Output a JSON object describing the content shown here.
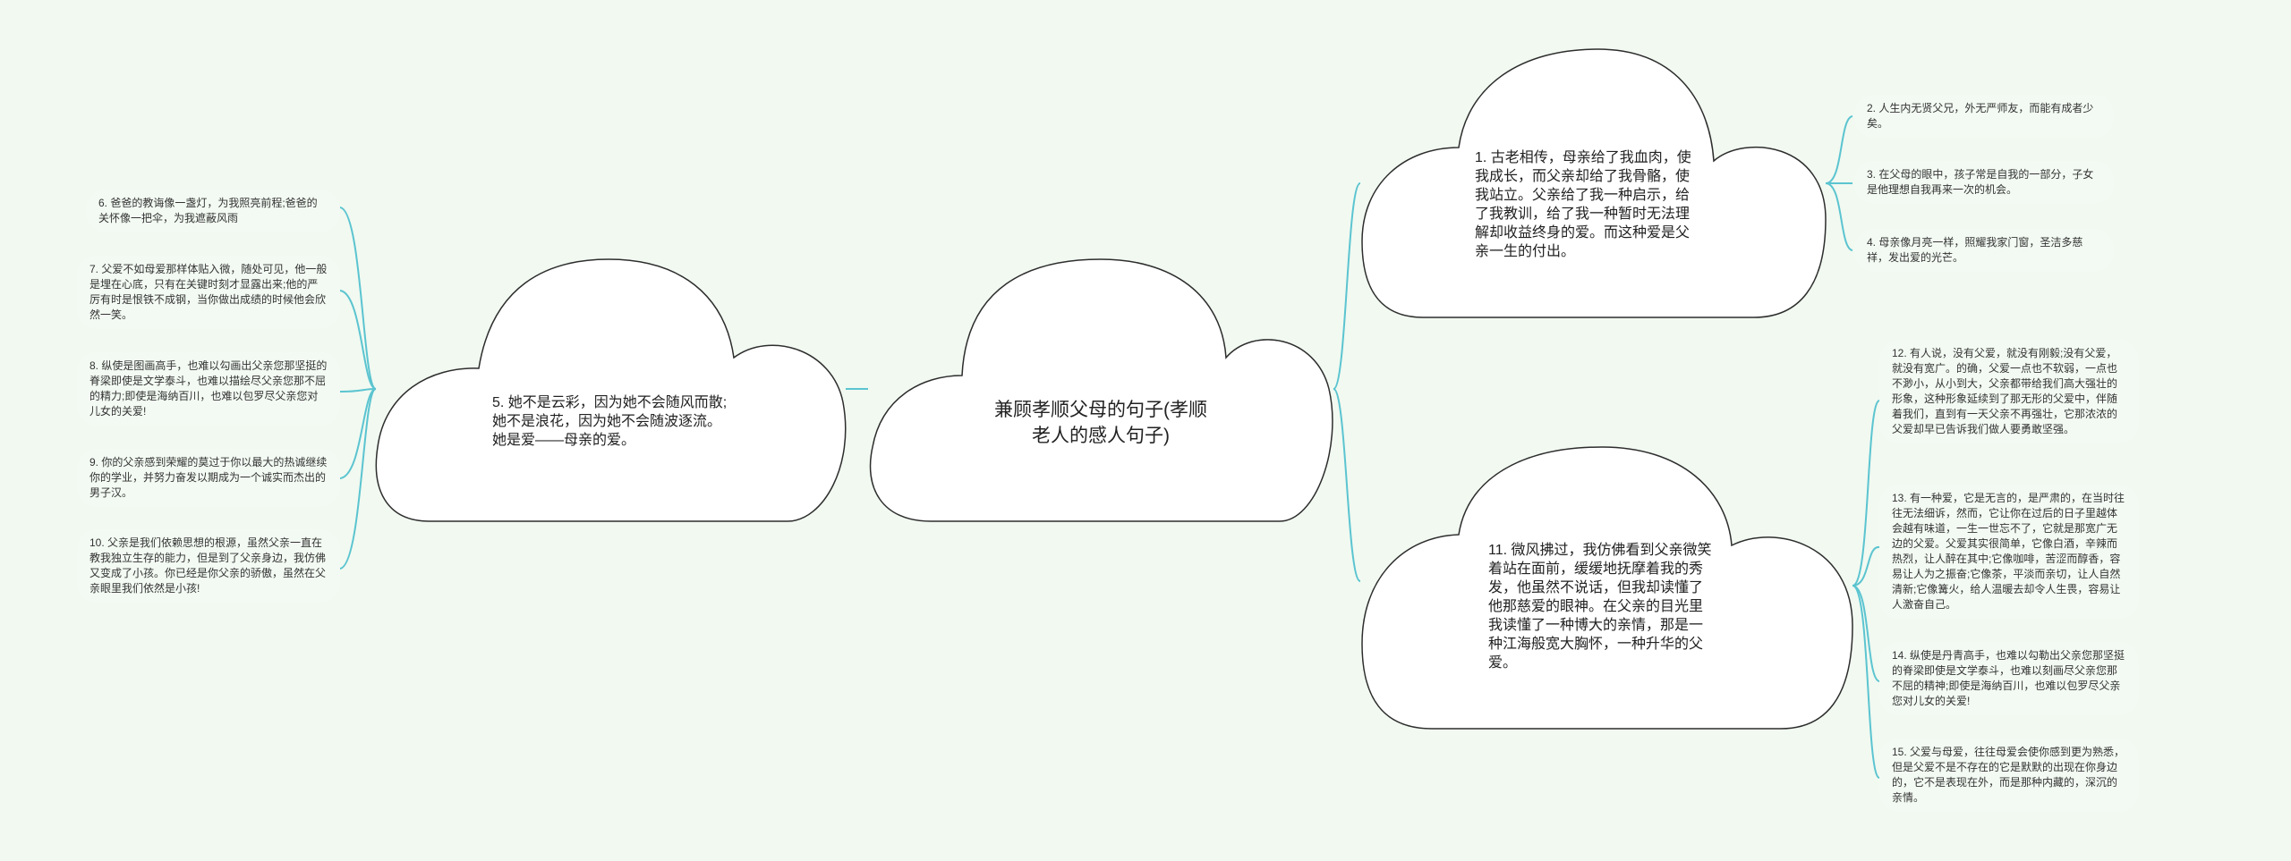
{
  "colors": {
    "background": "#f1f9f1",
    "connector": "#5bc4d0",
    "cloud_fill": "#ffffff",
    "cloud_stroke": "#2d2d2d",
    "leaf_fill": "#f3faf3"
  },
  "center": {
    "line1": "兼顾孝顺父母的句子(孝顺",
    "line2": "老人的感人句子)"
  },
  "left_node": {
    "text": "5. 她不是云彩，因为她不会随风而散;她不是浪花，因为她不会随波逐流。她是爱——母亲的爱。"
  },
  "right_top_node": {
    "text": "1. 古老相传，母亲给了我血肉，使我成长，而父亲却给了我骨骼，使我站立。父亲给了我一种启示，给了我教训，给了我一种暂时无法理解却收益终身的爱。而这种爱是父亲一生的付出。"
  },
  "right_bottom_node": {
    "text": "11. 微风拂过，我仿佛看到父亲微笑着站在面前，缓缓地抚摩着我的秀发，他虽然不说话，但我却读懂了他那慈爱的眼神。在父亲的目光里我读懂了一种博大的亲情，那是一种江海般宽大胸怀，一种升华的父爱。"
  },
  "left_leaves": [
    "6. 爸爸的教诲像一盏灯，为我照亮前程;爸爸的关怀像一把伞，为我遮蔽风雨",
    "7. 父爱不如母爱那样体贴入微，随处可见，他一般是埋在心底，只有在关键时刻才显露出来;他的严厉有时是恨铁不成钢，当你做出成绩的时候他会欣然一笑。",
    "8. 纵使是图画高手，也难以勾画出父亲您那坚挺的脊梁即使是文学泰斗，也难以描绘尽父亲您那不屈的精力;即使是海纳百川，也难以包罗尽父亲您对儿女的关爱!",
    "9. 你的父亲感到荣耀的莫过于你以最大的热诚继续你的学业，并努力奋发以期成为一个诚实而杰出的男子汉。",
    "10. 父亲是我们依赖思想的根源，虽然父亲一直在教我独立生存的能力，但是到了父亲身边，我仿佛又变成了小孩。你已经是你父亲的骄傲，虽然在父亲眼里我们依然是小孩!"
  ],
  "right_top_leaves": [
    "2. 人生内无贤父兄，外无严师友，而能有成者少矣。",
    "3. 在父母的眼中，孩子常是自我的一部分，子女是他理想自我再来一次的机会。",
    "4. 母亲像月亮一样，照耀我家门窗，圣洁多慈祥，发出爱的光芒。"
  ],
  "right_bottom_leaves": [
    "12. 有人说，没有父爱，就没有刚毅;没有父爱，就没有宽广。的确，父爱一点也不软弱，一点也不渺小，从小到大，父亲都带给我们高大强壮的形象，这种形象延续到了那无形的父爱中，伴随着我们，直到有一天父亲不再强壮，它那浓浓的父爱却早已告诉我们做人要勇敢坚强。",
    "13. 有一种爱，它是无言的，是严肃的，在当时往往无法细诉，然而，它让你在过后的日子里越体会越有味道，一生一世忘不了，它就是那宽广无边的父爱。父爱其实很简单，它像白酒，辛辣而热烈，让人醉在其中;它像咖啡，苦涩而醇香，容易让人为之振奋;它像茶，平淡而亲切，让人自然清新;它像篝火，给人温暖去却令人生畏，容易让人激奋自己。",
    "14. 纵使是丹青高手，也难以勾勒出父亲您那坚挺的脊梁即使是文学泰斗，也难以刻画尽父亲您那不屈的精神;即使是海纳百川，也难以包罗尽父亲您对儿女的关爱!",
    "15. 父爱与母爱，往往母爱会使你感到更为熟悉，但是父爱不是不存在的它是默默的出现在你身边的，它不是表现在外，而是那种内藏的，深沉的亲情。"
  ]
}
